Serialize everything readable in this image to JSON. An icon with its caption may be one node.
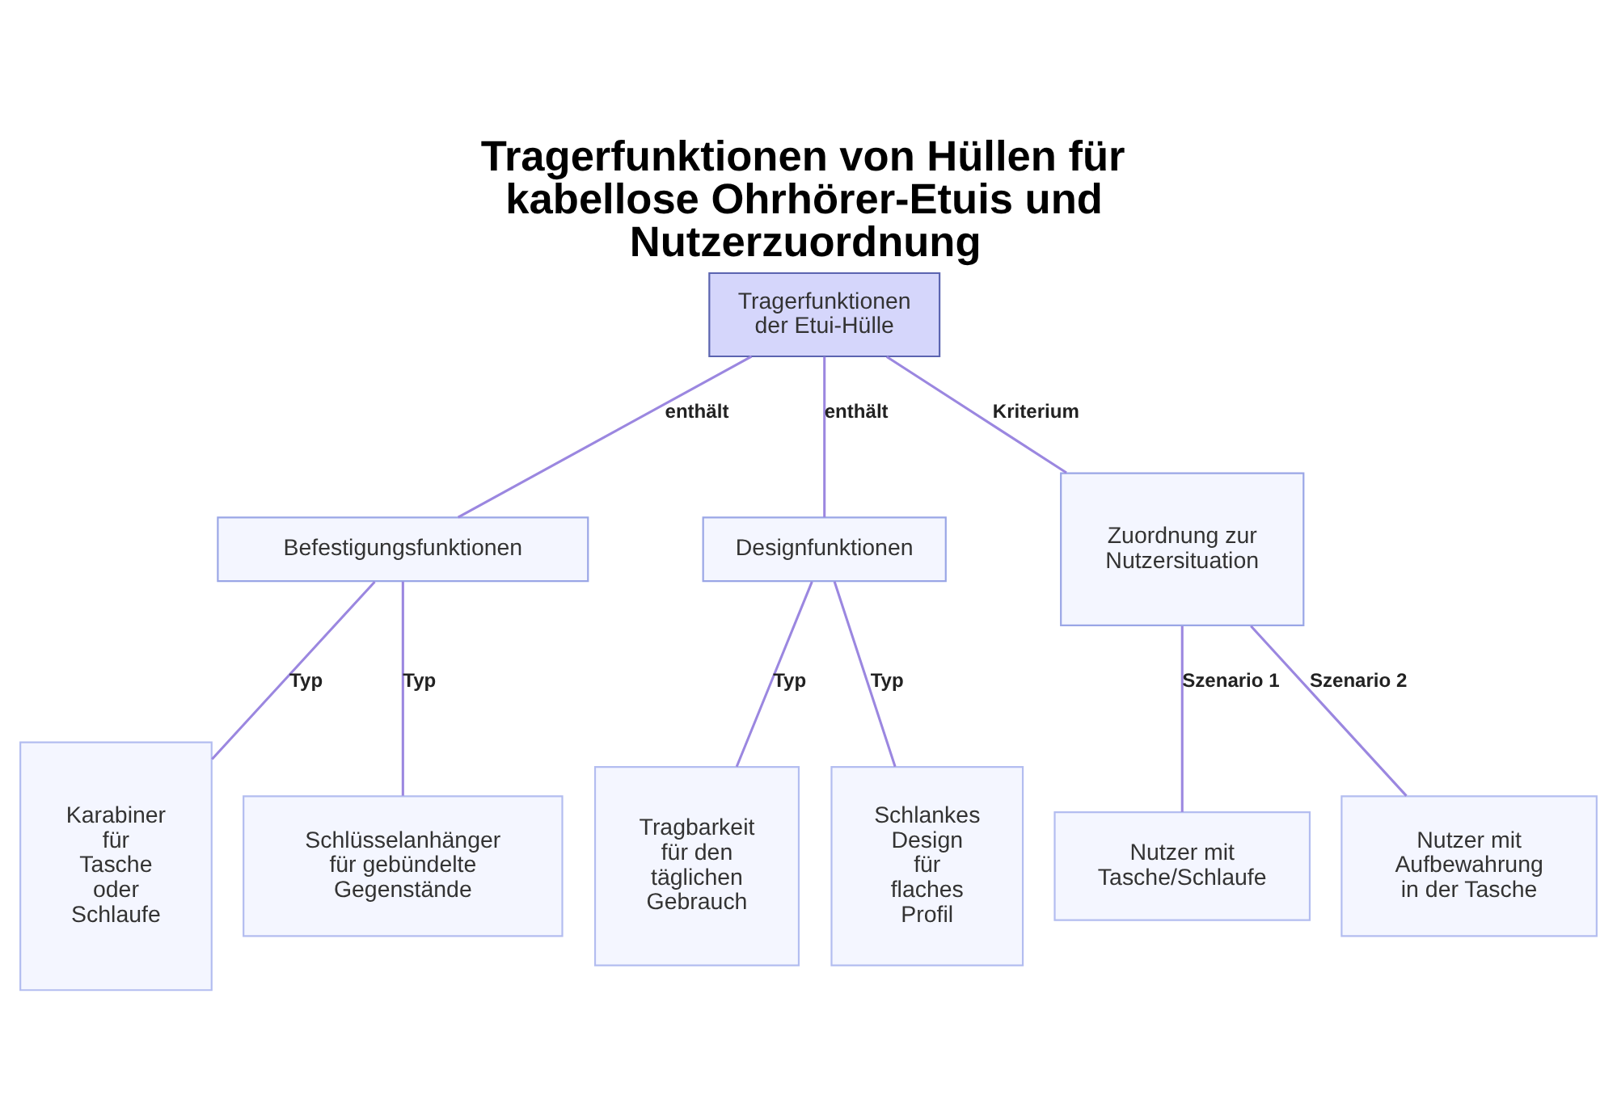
{
  "diagram": {
    "title": "Tragerfunktionen von Hüllen für kabellose Ohrhörer-Etuis und Nutzerzuordnung",
    "nodes": [
      {
        "text": [
          "Tragerfunktionen der Etui-Hülle"
        ]
      },
      {
        "text": [
          "Befestigungsfunktionen"
        ]
      },
      {
        "text": [
          "Designfunktionen"
        ]
      },
      {
        "text": [
          "Zuordnung zur Nutzersituation"
        ]
      },
      {
        "text": [
          "Karabiner für Tasche oder Schlaufe"
        ]
      },
      {
        "text": [
          "Schlüsselanhänger für gebündelte Gegenstände"
        ]
      },
      {
        "text": [
          "Tragbarkeit für den täglichen Gebrauch"
        ]
      },
      {
        "text": [
          "Schlankes Design für flaches Profil"
        ]
      },
      {
        "text": [
          "Nutzer mit Tasche/Schlaufe"
        ]
      },
      {
        "text": [
          "Nutzer mit Aufbewahrung in der Tasche"
        ]
      }
    ],
    "edges": [
      {
        "from": 0,
        "to": 1,
        "arrow": "none",
        "label": "enthält"
      },
      {
        "from": 0,
        "to": 2,
        "arrow": "none",
        "label": "enthält"
      },
      {
        "from": 0,
        "to": 3,
        "arrow": "none",
        "label": "Kriterium"
      },
      {
        "from": 1,
        "to": 4,
        "arrow": "none",
        "label": "Typ"
      },
      {
        "from": 1,
        "to": 5,
        "arrow": "none",
        "label": "Typ"
      },
      {
        "from": 2,
        "to": 6,
        "arrow": "none",
        "label": "Typ"
      },
      {
        "from": 2,
        "to": 7,
        "arrow": "none",
        "label": "Typ"
      },
      {
        "from": 3,
        "to": 8,
        "arrow": "none",
        "label": "Szenario 1"
      },
      {
        "from": 3,
        "to": 9,
        "arrow": "none",
        "label": "Szenario 2"
      }
    ]
  }
}
